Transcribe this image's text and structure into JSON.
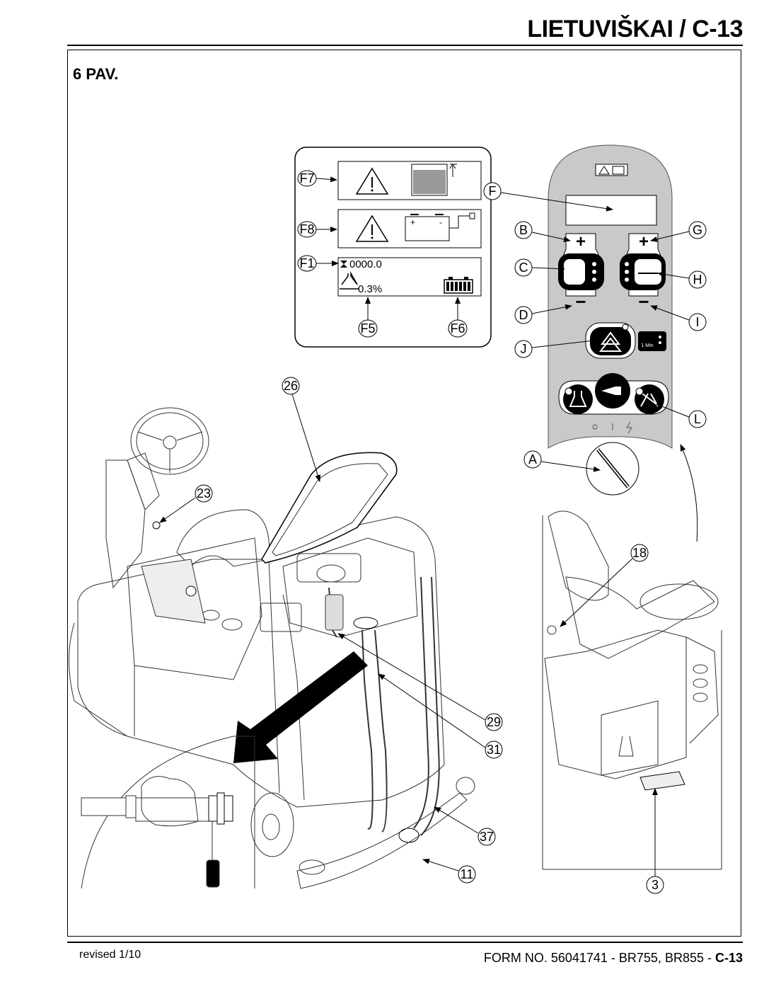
{
  "header": {
    "title": "LIETUVIŠKAI / C-13"
  },
  "figure": {
    "title": "6 PAV."
  },
  "display": {
    "hour_meter": "0000.0",
    "percent": "0.3%"
  },
  "callouts": {
    "F7": "F7",
    "F8": "F8",
    "F1": "F1",
    "F5": "F5",
    "F6": "F6",
    "F": "F",
    "B": "B",
    "C": "C",
    "D": "D",
    "G": "G",
    "H": "H",
    "I": "I",
    "J": "J",
    "L": "L",
    "A": "A",
    "n26": "26",
    "n23": "23",
    "n29": "29",
    "n31": "31",
    "n37": "37",
    "n11": "11",
    "n18": "18",
    "n3": "3"
  },
  "panel": {
    "timer_label": "1 Min"
  },
  "footer": {
    "revised": "revised 1/10",
    "form_prefix": "FORM NO. 56041741 - BR755, BR855 - ",
    "form_page": "C-13"
  }
}
